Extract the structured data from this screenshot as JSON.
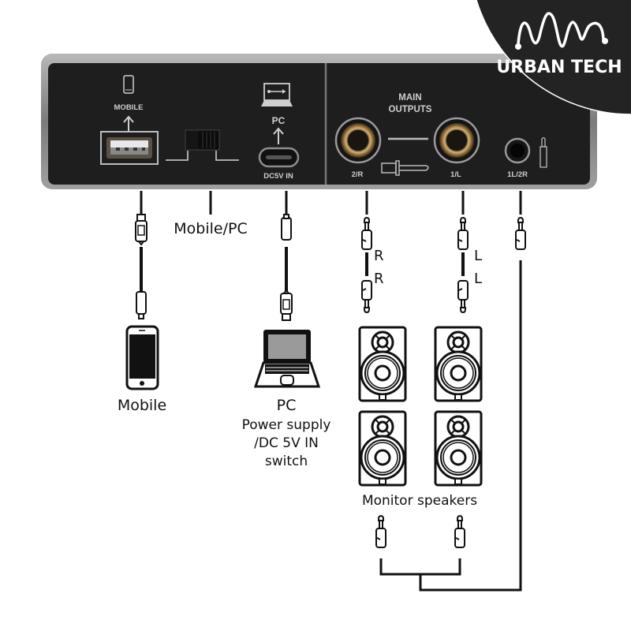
{
  "brand": {
    "name": "URBAN TECH",
    "logo_icon": "sound-wave-icon"
  },
  "device_panel": {
    "left_section": {
      "mobile_port_label": "MOBILE",
      "mobile_port_icon": "smartphone-icon",
      "mobile_port_type": "usb-a-port",
      "switch": "mobile-pc-slide-switch",
      "pc_port_label": "PC",
      "pc_port_icon": "laptop-usb-icon",
      "pc_port_sublabel": "DC5V IN",
      "pc_port_type": "usb-c-port"
    },
    "right_section": {
      "title_line1": "MAIN",
      "title_line2": "OUTPUTS",
      "jack_right_label": "2/R",
      "jack_left_label": "1/L",
      "jack_aux_label": "1L/2R",
      "jack_quarter_inch_icon": "quarter-inch-plug-icon",
      "jack_3_5mm_icon": "3-5mm-plug-icon"
    }
  },
  "diagram": {
    "switch_label": "Mobile/PC",
    "channel_right_labels": [
      "R",
      "R"
    ],
    "channel_left_labels": [
      "L",
      "L"
    ],
    "mobile_label": "Mobile",
    "pc_label": "PC",
    "pc_caption_lines": [
      "Power supply",
      "/DC 5V IN",
      "switch"
    ],
    "speakers_label": "Monitor speakers",
    "speaker_count": 4
  },
  "colors": {
    "panel_bg": "#1e1e1e",
    "panel_frame": "#8a8a8a",
    "gold_jack": "#b8935a",
    "logo_bg": "#232323",
    "line": "#111111"
  }
}
